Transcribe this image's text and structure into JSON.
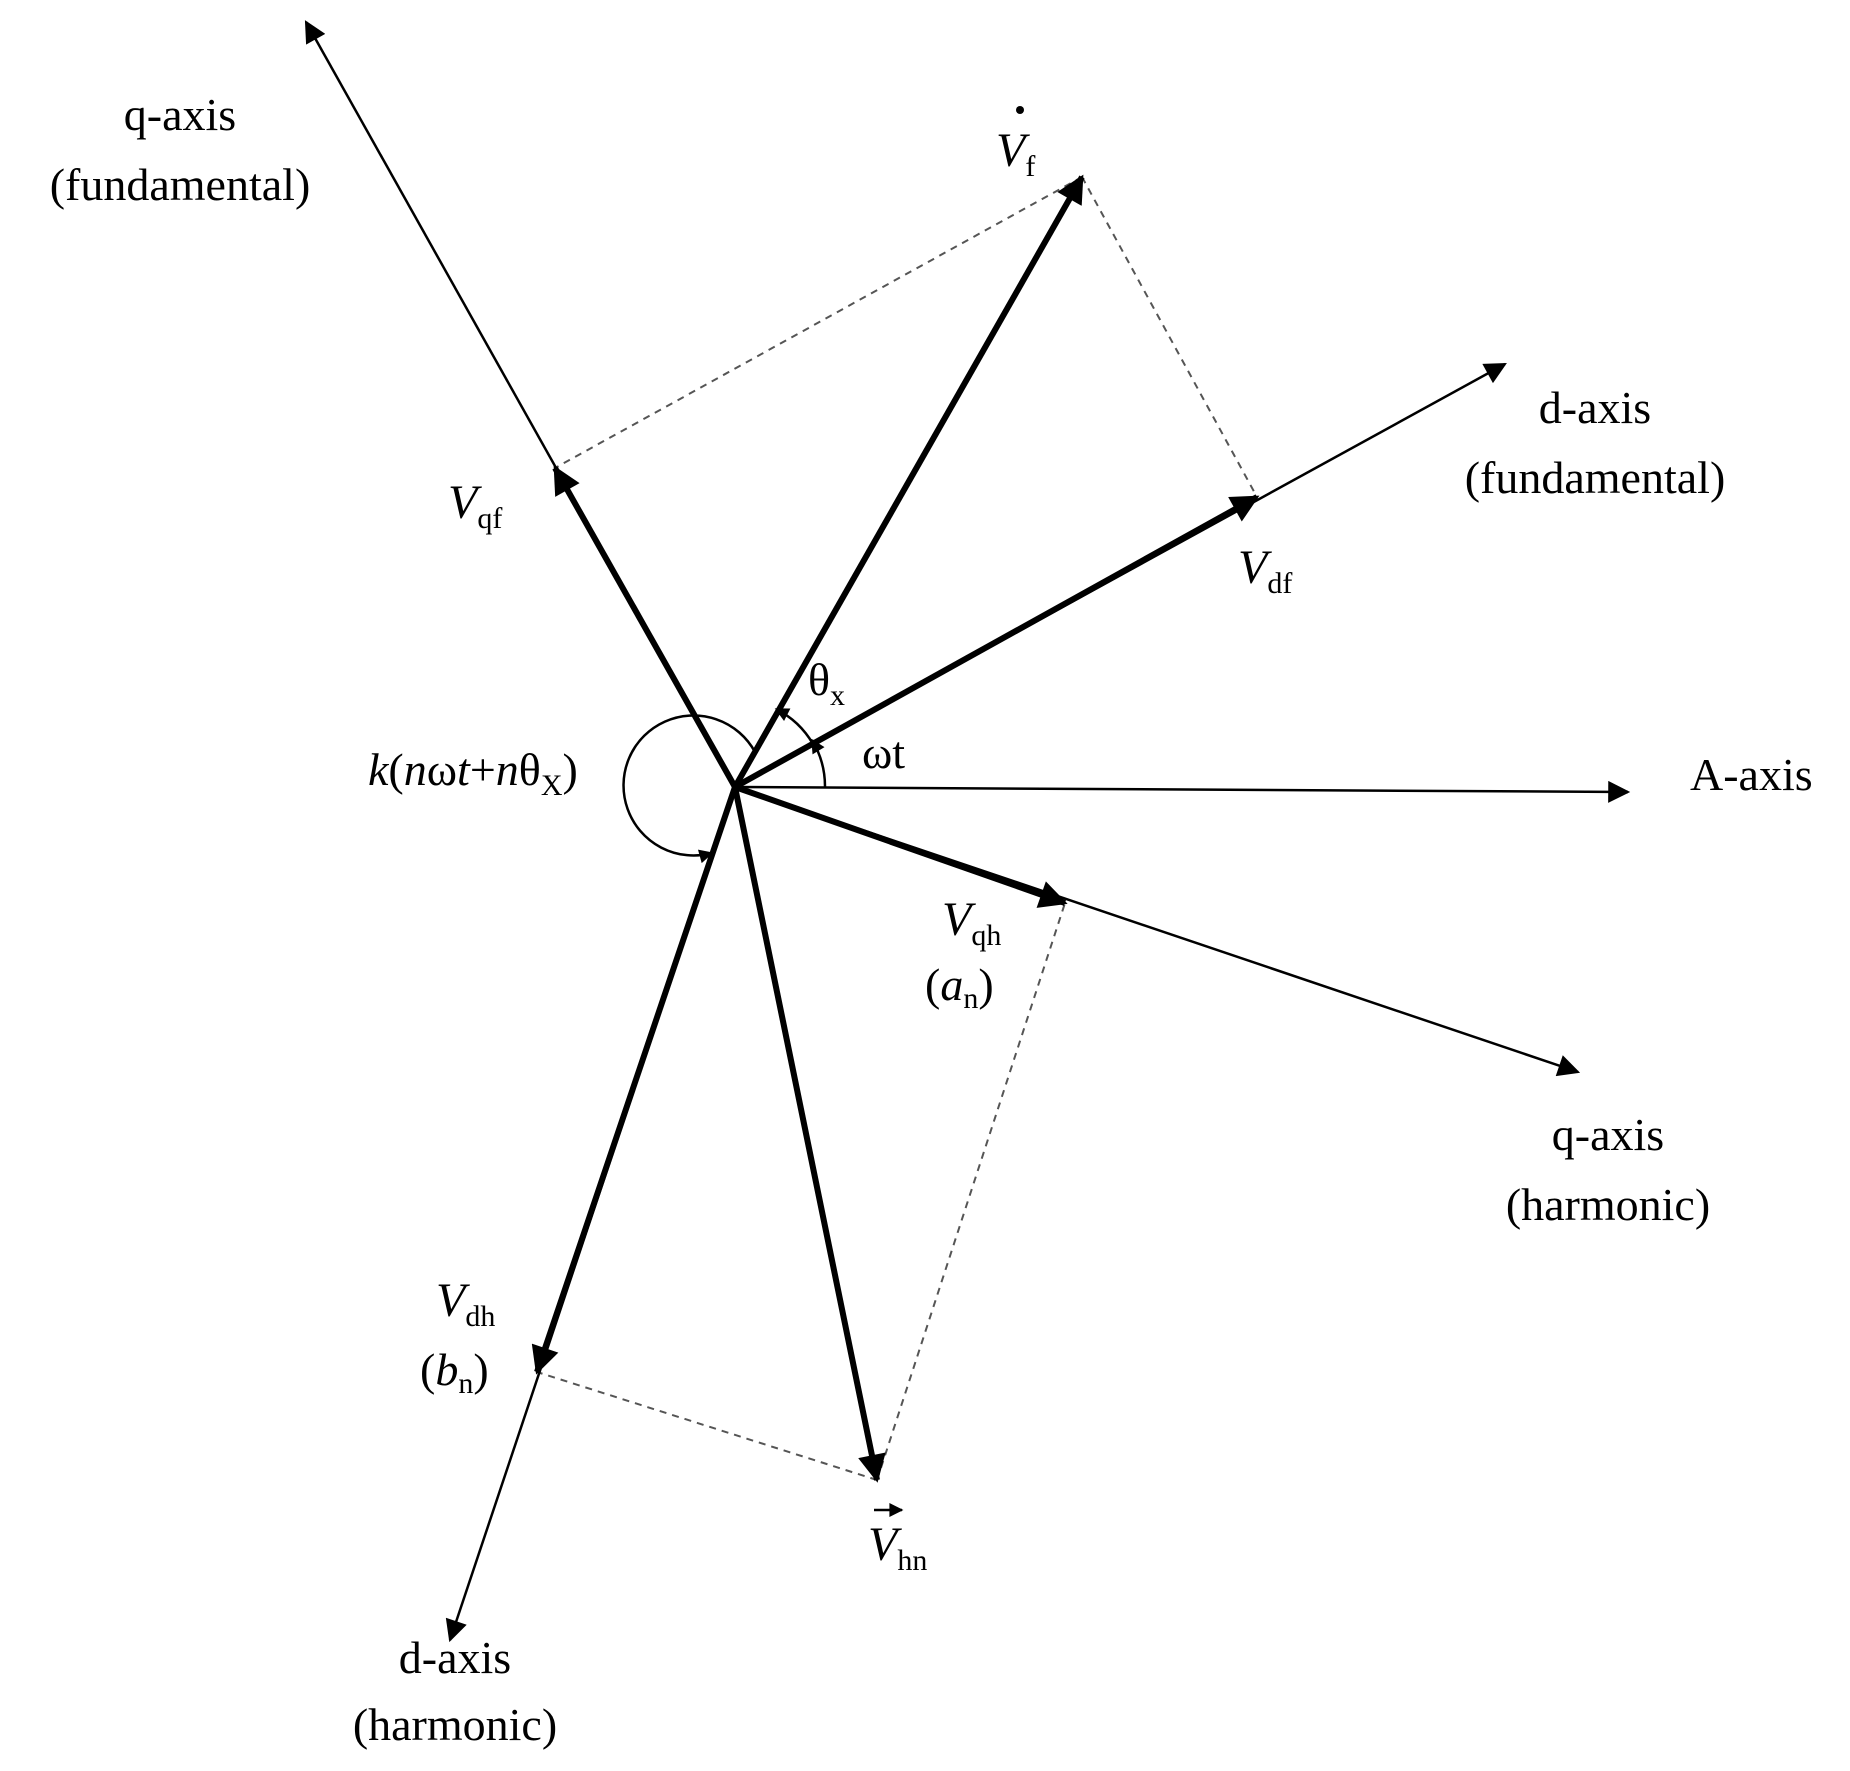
{
  "colors": {
    "ink": "#000000",
    "dashed": "#555555",
    "background": "#ffffff"
  },
  "axes": {
    "a_axis": "A-axis",
    "q_fund": {
      "line1": "q-axis",
      "line2": "(fundamental)"
    },
    "d_fund": {
      "line1": "d-axis",
      "line2": "(fundamental)"
    },
    "q_harm": {
      "line1": "q-axis",
      "line2": "(harmonic)"
    },
    "d_harm": {
      "line1": "d-axis",
      "line2": "(harmonic)"
    }
  },
  "vectors": {
    "v_f": {
      "main": "V",
      "sub": "f"
    },
    "v_qf": {
      "main": "V",
      "sub": "qf"
    },
    "v_df": {
      "main": "V",
      "sub": "df"
    },
    "v_qh": {
      "main": "V",
      "sub": "qh",
      "coef_open": "(",
      "coef": "a",
      "coef_sub": "n",
      "coef_close": ")"
    },
    "v_dh": {
      "main": "V",
      "sub": "dh",
      "coef_open": "(",
      "coef": "b",
      "coef_sub": "n",
      "coef_close": ")"
    },
    "v_hn": {
      "main": "V",
      "sub": "hn"
    }
  },
  "angles": {
    "theta_x": {
      "main": "θ",
      "sub": "x"
    },
    "omega_t": "ωt",
    "harmonic_angle": {
      "k": "k",
      "open": "(",
      "n1": "n",
      "omega": "ω",
      "t": "t",
      "plus": "+",
      "n2": "n",
      "theta": "θ",
      "sub": "X",
      "close": ")"
    }
  }
}
